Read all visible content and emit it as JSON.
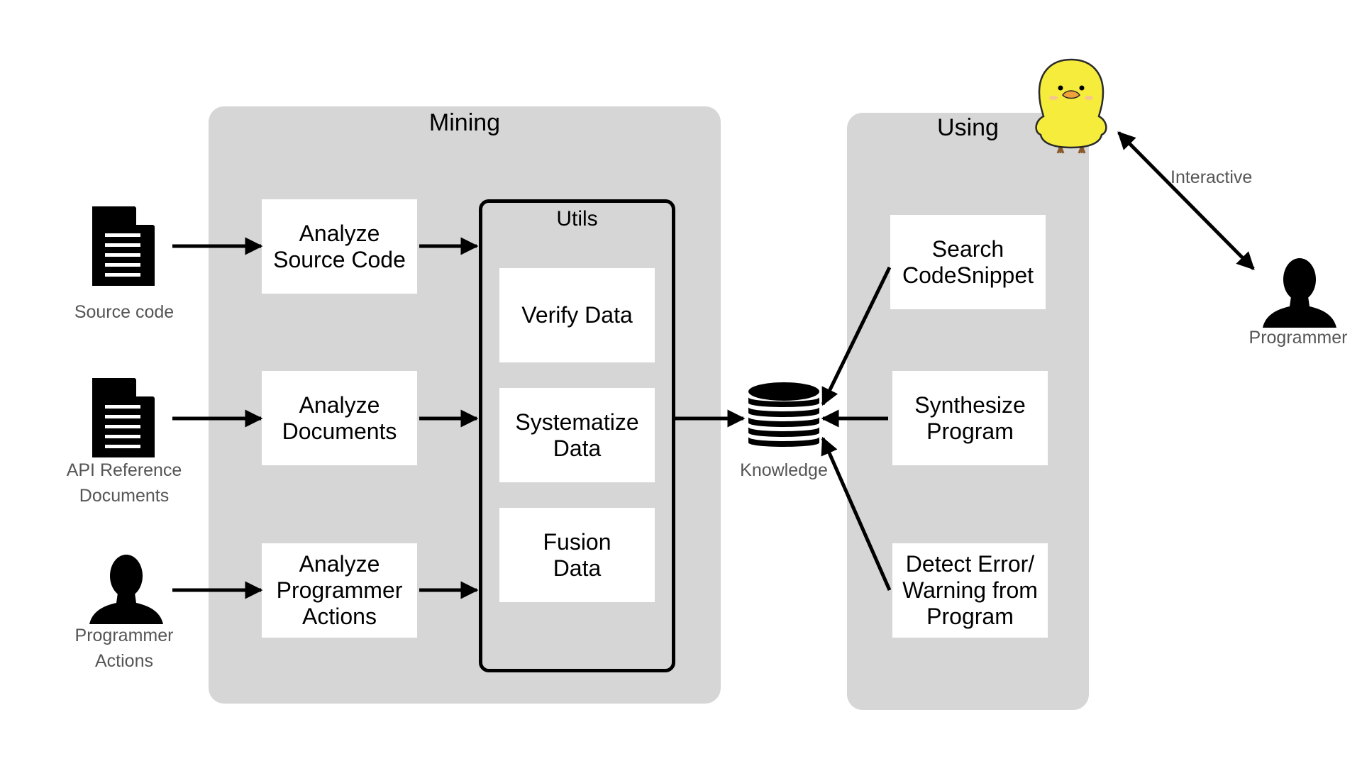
{
  "mining": {
    "title": "Mining",
    "analyze_source": "Analyze\nSource Code",
    "analyze_documents": "Analyze\nDocuments",
    "analyze_actions": "Analyze\nProgrammer\nActions"
  },
  "utils": {
    "title": "Utils",
    "verify": "Verify Data",
    "systematize": "Systematize\nData",
    "fusion": "Fusion\nData"
  },
  "using": {
    "title": "Using",
    "search": "Search\nCodeSnippet",
    "synthesize": "Synthesize\nProgram",
    "detect": "Detect Error/\nWarning from\nProgram"
  },
  "inputs": {
    "source_code": "Source code",
    "api_docs": "API Reference\nDocuments",
    "programmer_actions": "Programmer\nActions"
  },
  "knowledge_label": "Knowledge",
  "interactive_label": "Interactive",
  "programmer_label": "Programmer",
  "icons": {
    "source_code": "document-icon",
    "api_docs": "document-icon",
    "programmer_actions": "person-icon",
    "knowledge": "database-icon",
    "mascot": "chick-mascot-icon",
    "programmer": "person-icon"
  },
  "colors": {
    "group_bg": "#d6d6d6",
    "box_bg": "#ffffff",
    "mascot": "#f6ec3c",
    "label_text": "#555555"
  }
}
